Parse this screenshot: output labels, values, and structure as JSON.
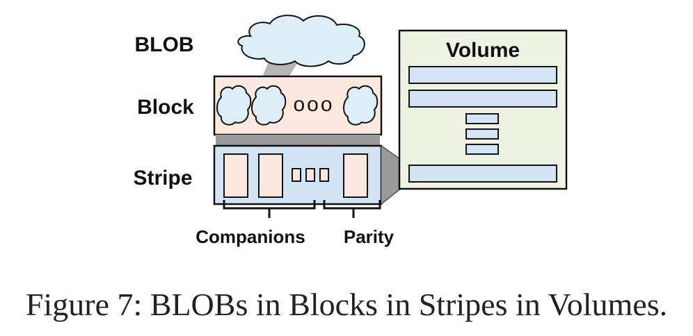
{
  "labels": {
    "blob": "BLOB",
    "block": "Block",
    "stripe": "Stripe",
    "volume": "Volume",
    "companions": "Companions",
    "parity": "Parity"
  },
  "caption": "Figure 7: BLOBs in Blocks in Stripes in Volumes.",
  "colors": {
    "cloud_fill": "#ddeef7",
    "block_fill": "#fbe9e0",
    "stripe_fill": "#d3e5f4",
    "volume_fill": "#eef3e4",
    "volume_bar_fill": "#d3e5f4",
    "outline": "#111111",
    "connector": "#9a9a9a"
  },
  "block_slots": {
    "full": 3,
    "ellipsis": "ooo"
  },
  "stripe_slots": {
    "full": 3,
    "ellipsis_boxes": 3
  },
  "volume_rows": {
    "full_bars": 3,
    "small_bars": 3
  }
}
